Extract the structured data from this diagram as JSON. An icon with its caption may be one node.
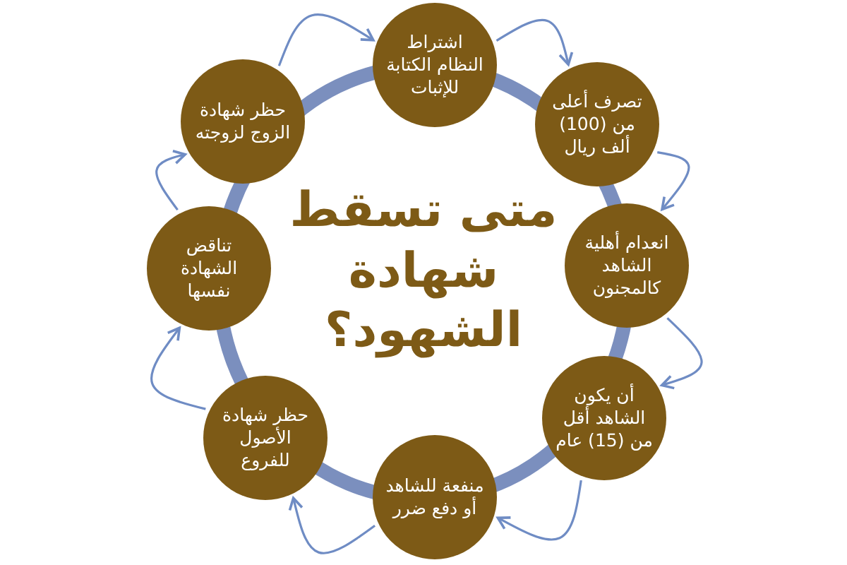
{
  "diagram": {
    "title": "متى تسقط شهادة الشهود؟",
    "nodes": [
      {
        "text": [
          "اشتراط النظام الكتابة للإثبات"
        ]
      },
      {
        "text": [
          "تصرف أعلى من (100) ألف ريال"
        ]
      },
      {
        "text": [
          "انعدام أهلية الشاهد كالمجنون"
        ]
      },
      {
        "text": [
          "أن يكون الشاهد أقل من (15) عام"
        ]
      },
      {
        "text": [
          "منفعة للشاهد أو دفع ضرر"
        ]
      },
      {
        "text": [
          "حظر شهادة الأصول للفروع"
        ]
      },
      {
        "text": [
          "تناقض الشهادة نفسها"
        ]
      },
      {
        "text": [
          "حظر شهادة الزوج لزوجته"
        ]
      }
    ],
    "edges": [
      {
        "from": 0,
        "to": 1,
        "arrow": "to"
      },
      {
        "from": 1,
        "to": 2,
        "arrow": "to"
      },
      {
        "from": 2,
        "to": 3,
        "arrow": "to"
      },
      {
        "from": 3,
        "to": 4,
        "arrow": "to"
      },
      {
        "from": 4,
        "to": 5,
        "arrow": "to"
      },
      {
        "from": 5,
        "to": 6,
        "arrow": "to"
      },
      {
        "from": 6,
        "to": 7,
        "arrow": "to"
      },
      {
        "from": 7,
        "to": 0,
        "arrow": "to"
      }
    ]
  }
}
